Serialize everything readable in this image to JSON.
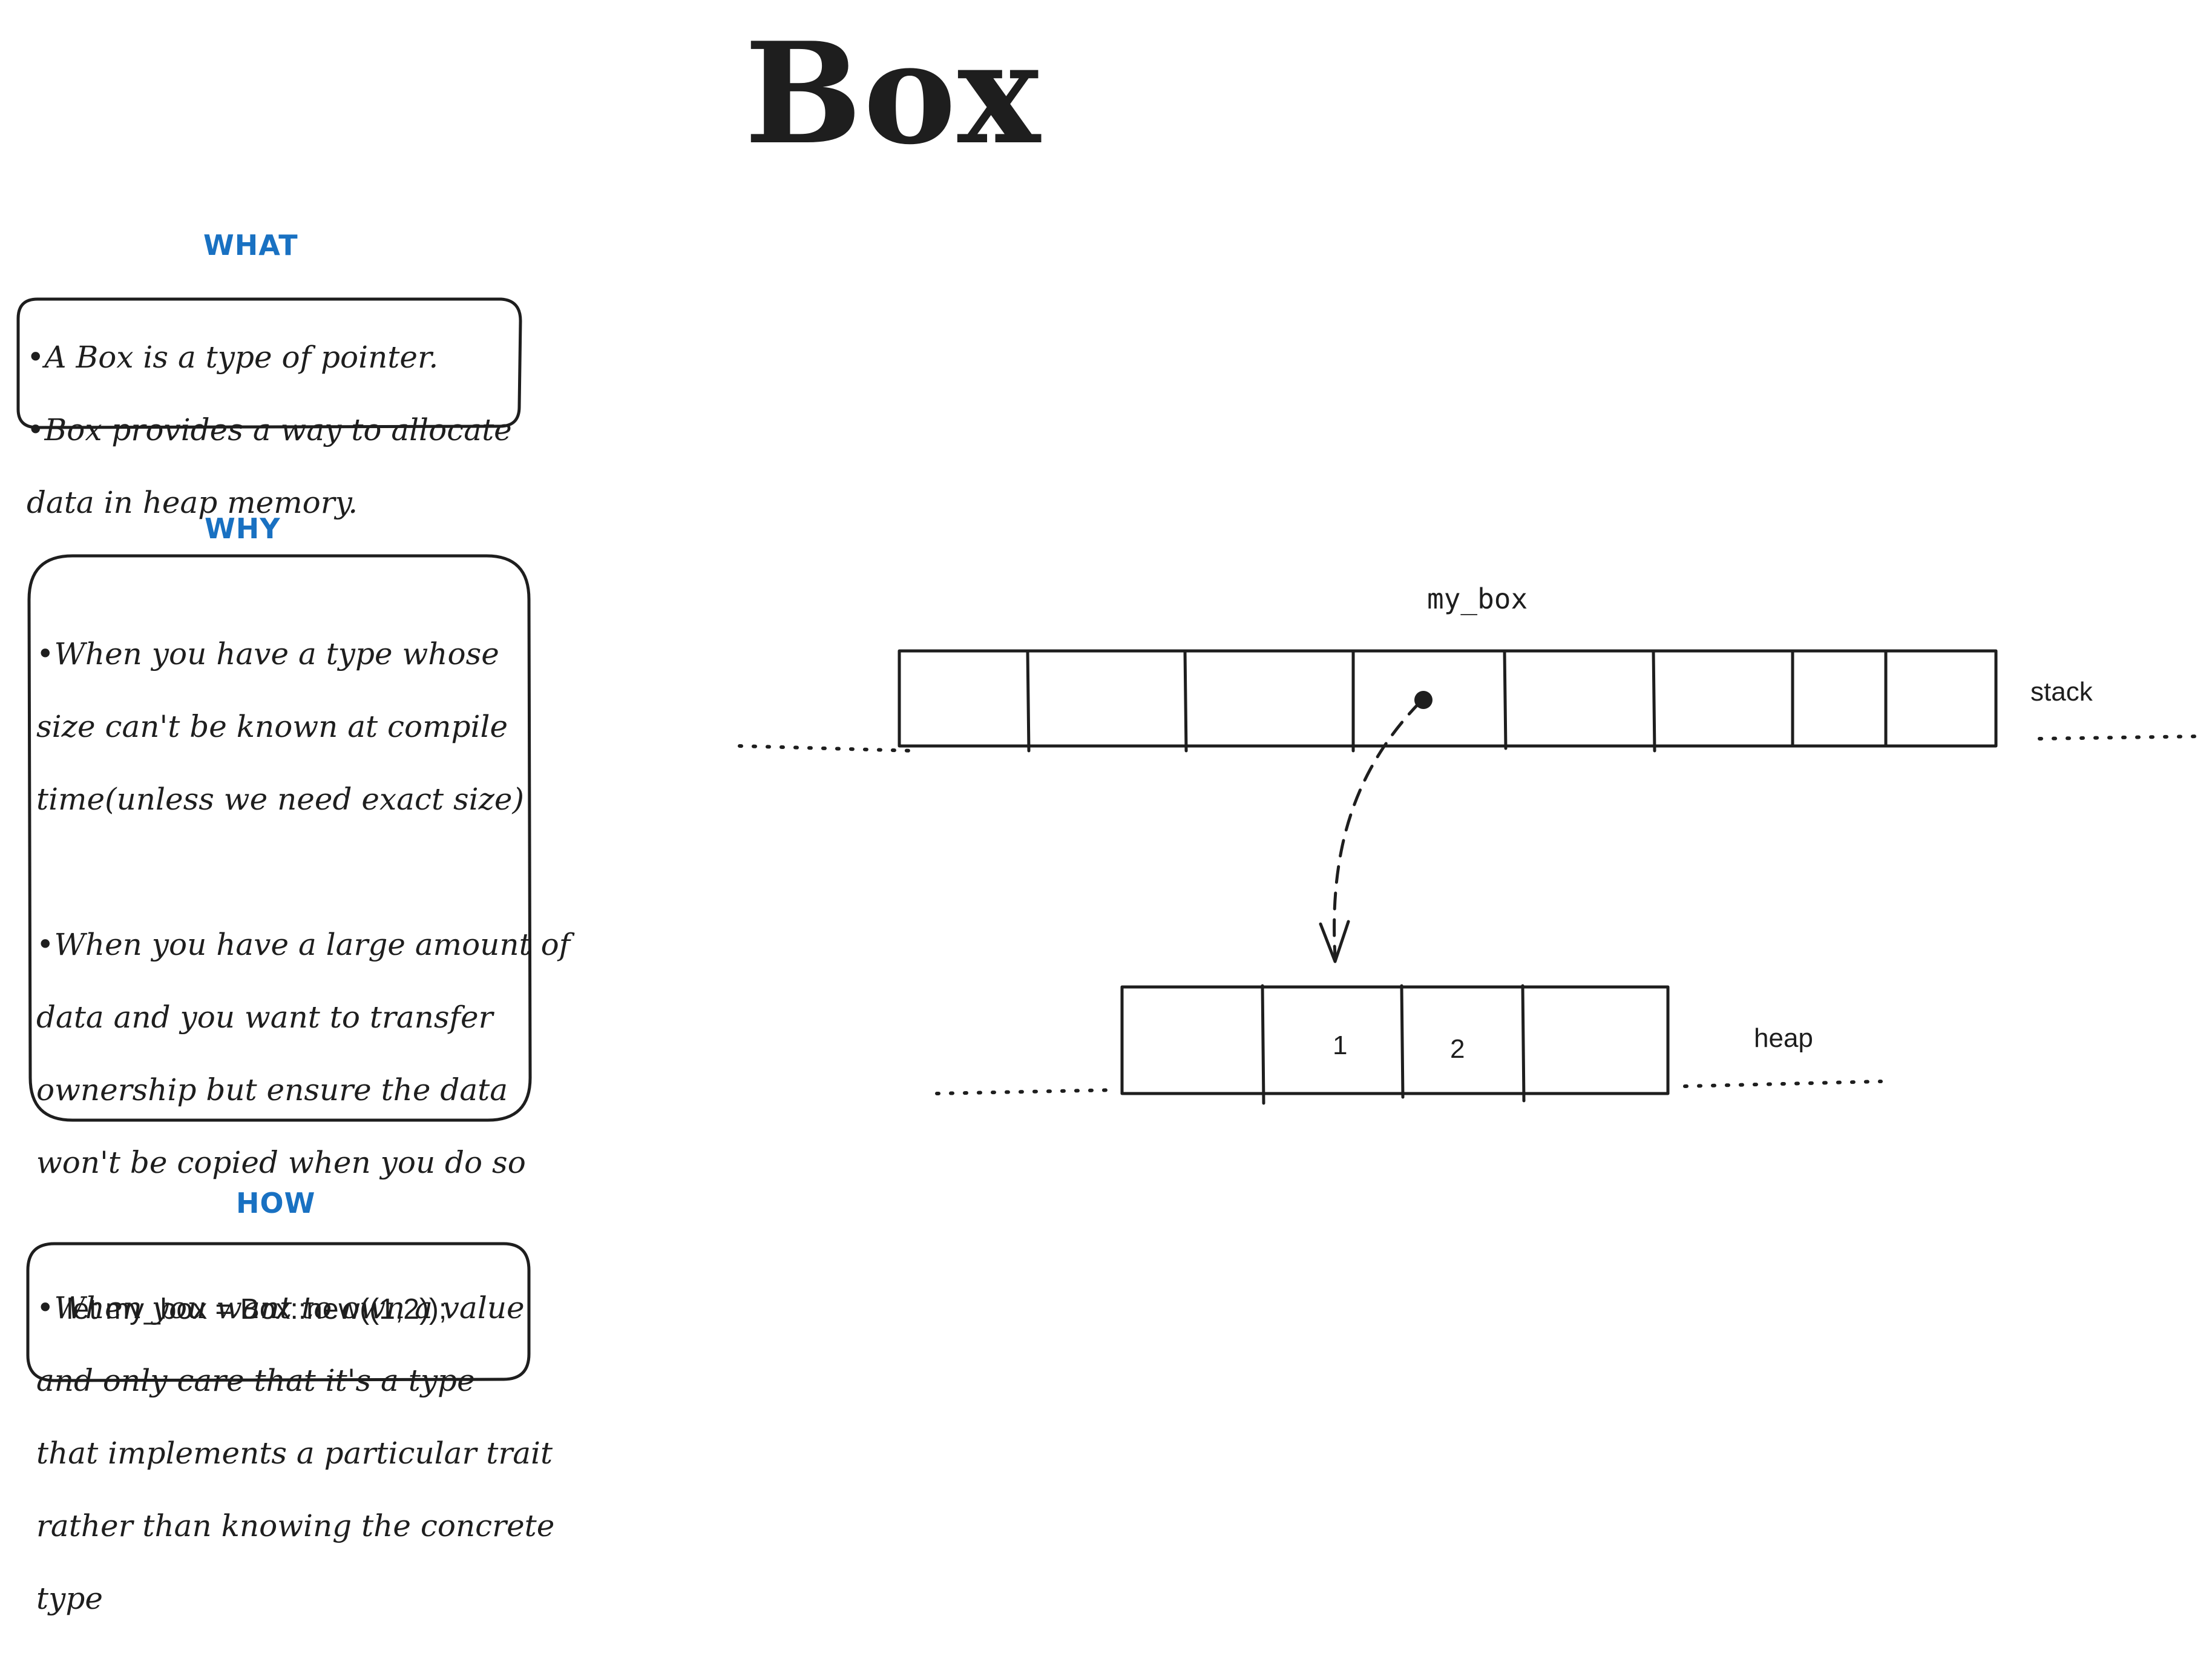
{
  "title": "Box",
  "what": {
    "heading": "WHAT",
    "lines": [
      "•A Box is a type of pointer.",
      "•Box provides a way to allocate",
      "data in heap memory."
    ]
  },
  "why": {
    "heading": "WHY",
    "lines": [
      "•When you have a type whose",
      "size can't be known at compile",
      "time(unless we need exact size)",
      "",
      "•When you have a large amount of",
      "data and you want to transfer",
      "ownership but ensure the data",
      "won't be copied when you do so",
      "",
      "•When you want to own a value",
      "and only care that it's a type",
      "that implements a particular trait",
      "rather than knowing the concrete",
      "type"
    ]
  },
  "how": {
    "heading": "HOW",
    "code": "let my_box = Box::new((1,2));"
  },
  "diagram": {
    "stack_variable": "my_box",
    "stack_label": "stack",
    "heap_label": "heap",
    "heap_values": [
      "1",
      "2"
    ]
  }
}
